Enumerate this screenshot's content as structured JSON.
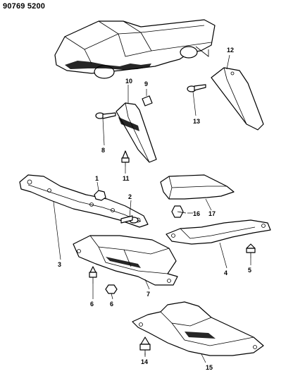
{
  "header": {
    "ref_code": "90769 5200"
  },
  "callouts": {
    "c1": "1",
    "c2": "2",
    "c3": "3",
    "c4": "4",
    "c5": "5",
    "c6a": "6",
    "c6b": "6",
    "c7": "7",
    "c8": "8",
    "c9": "9",
    "c10": "10",
    "c11": "11",
    "c12": "12",
    "c13": "13",
    "c14": "14",
    "c15": "15",
    "c16": "16",
    "c17": "17"
  }
}
